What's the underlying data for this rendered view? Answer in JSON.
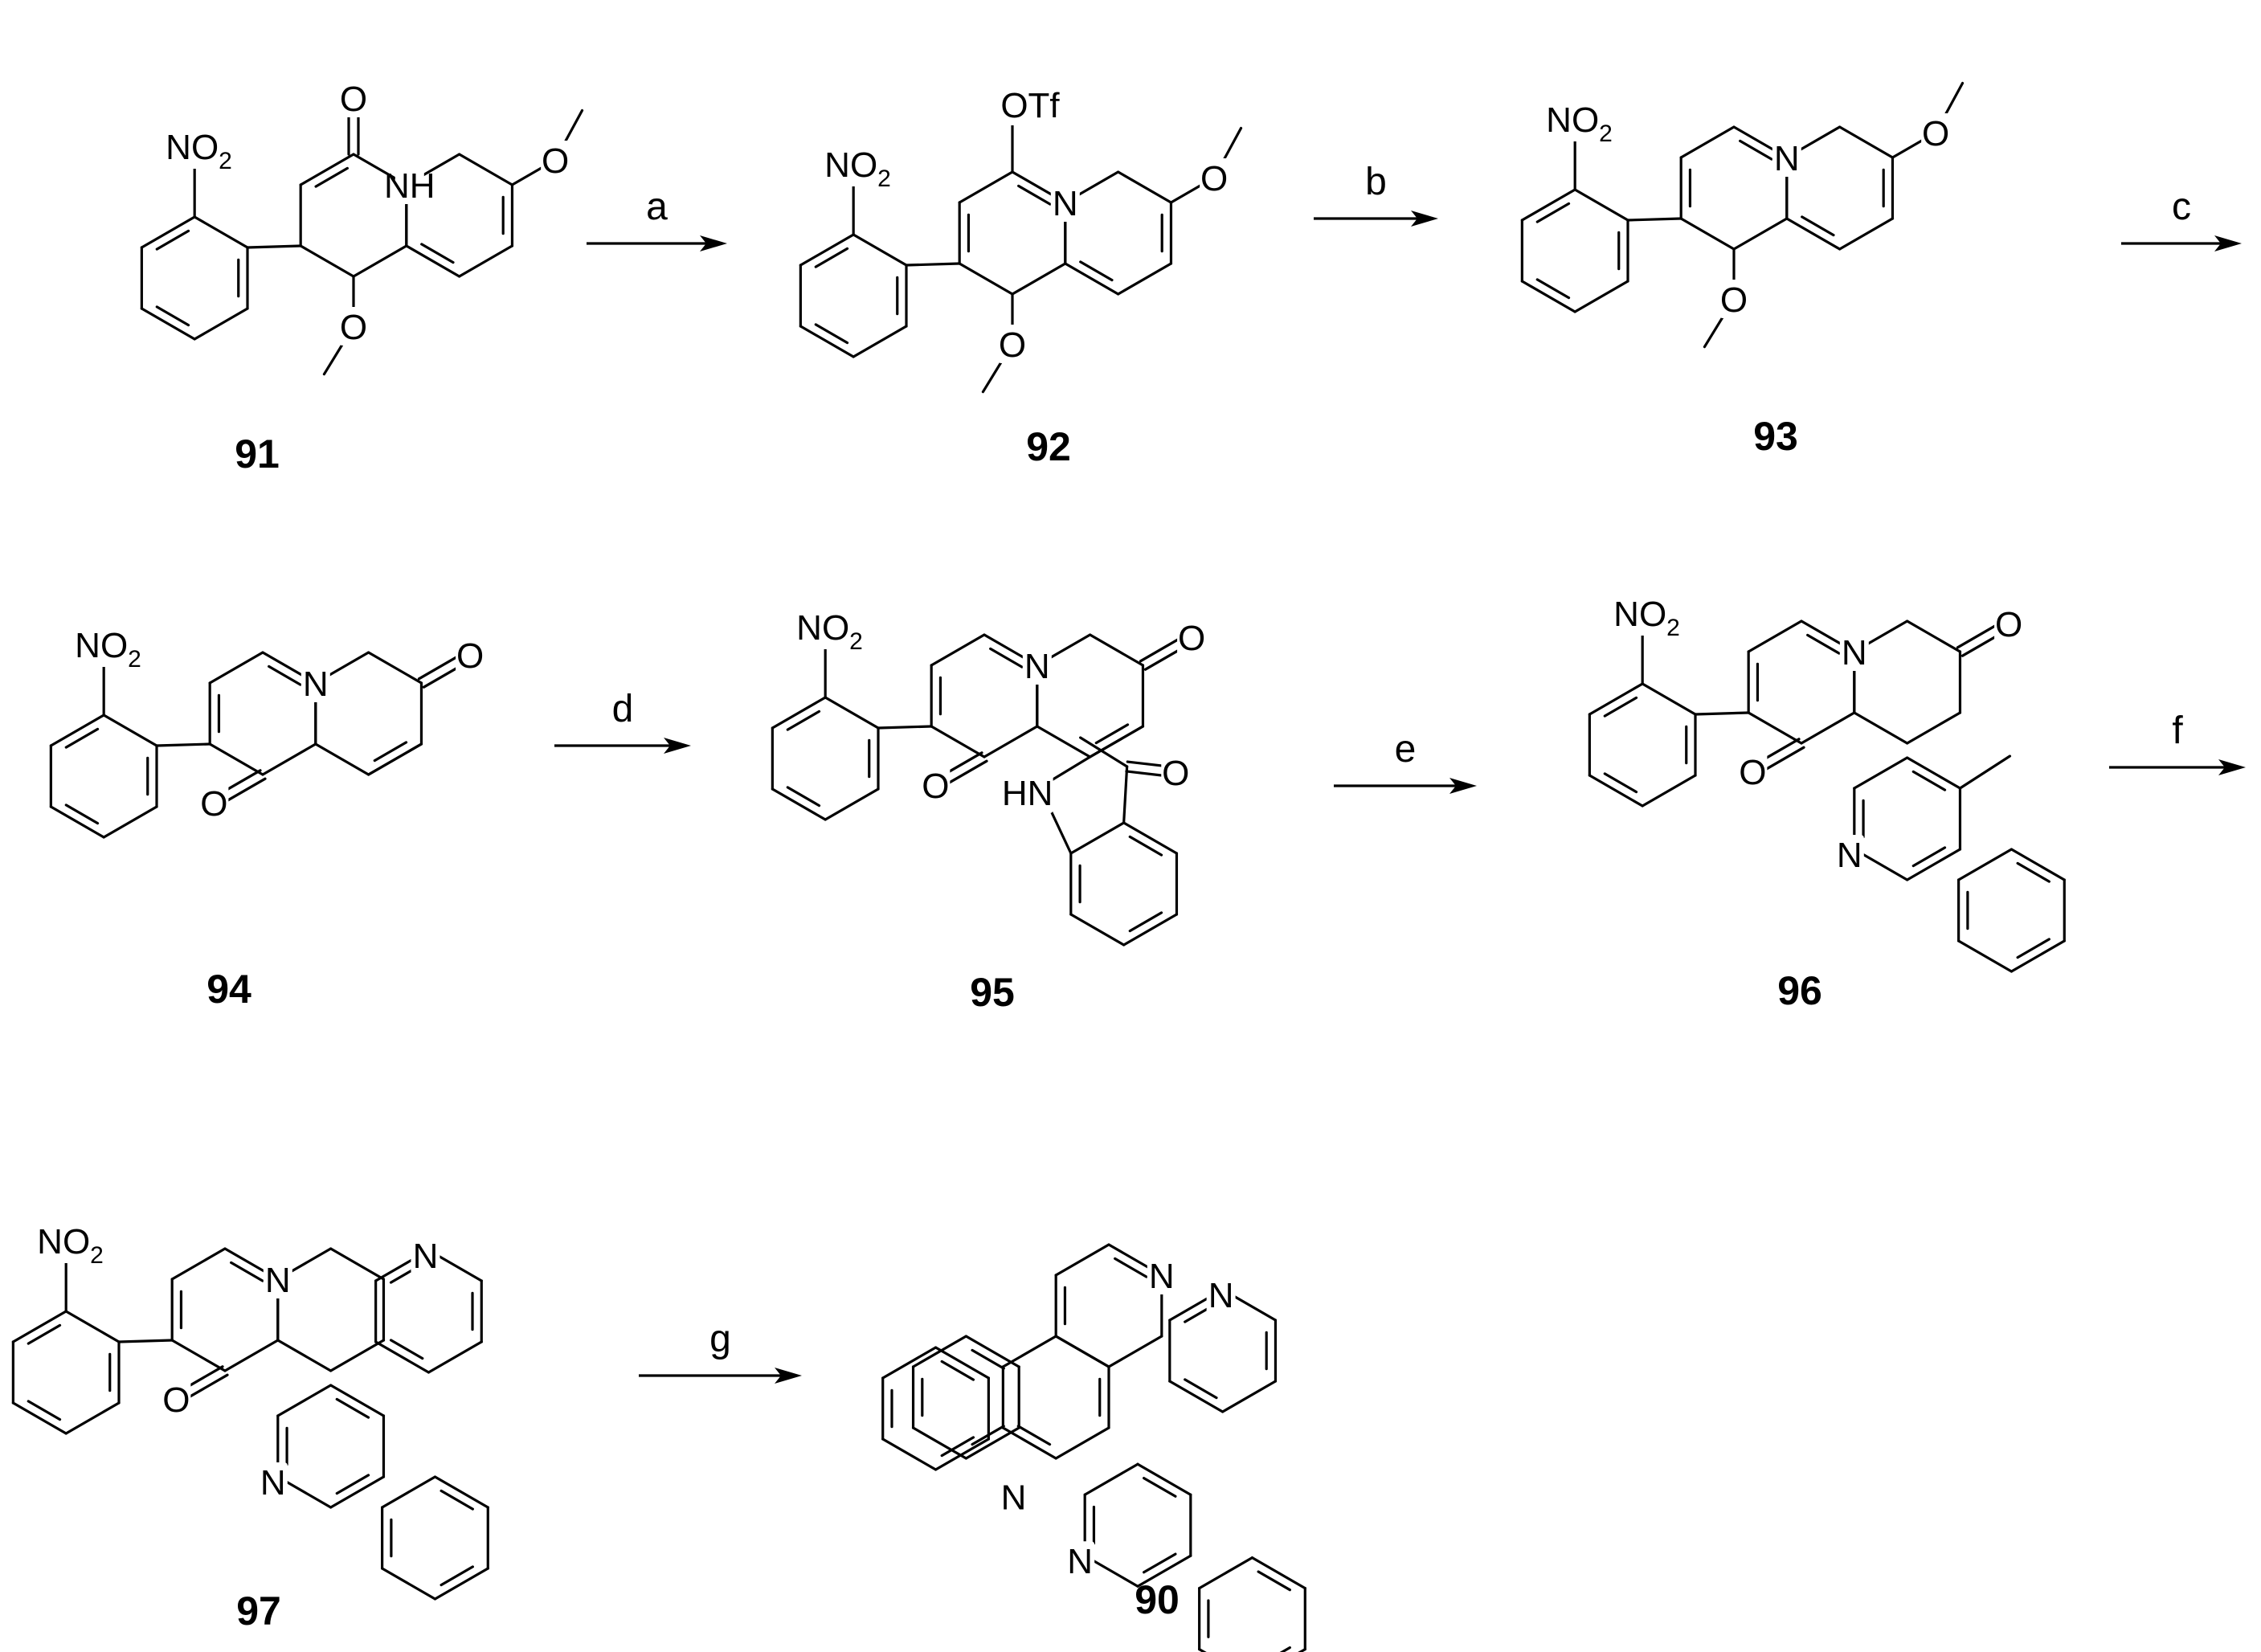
{
  "compounds": [
    {
      "id": "91"
    },
    {
      "id": "92"
    },
    {
      "id": "93"
    },
    {
      "id": "94"
    },
    {
      "id": "95"
    },
    {
      "id": "96"
    },
    {
      "id": "97"
    },
    {
      "id": "90"
    }
  ],
  "steps": [
    {
      "label": "a"
    },
    {
      "label": "b"
    },
    {
      "label": "c"
    },
    {
      "label": "d"
    },
    {
      "label": "e"
    },
    {
      "label": "f"
    },
    {
      "label": "g"
    }
  ],
  "atoms": {
    "no2_main": "NO",
    "no2_sub": "2",
    "nitrogen": "N",
    "nh": "NH",
    "hn": "HN",
    "oxygen": "O",
    "otf": "OTf"
  }
}
